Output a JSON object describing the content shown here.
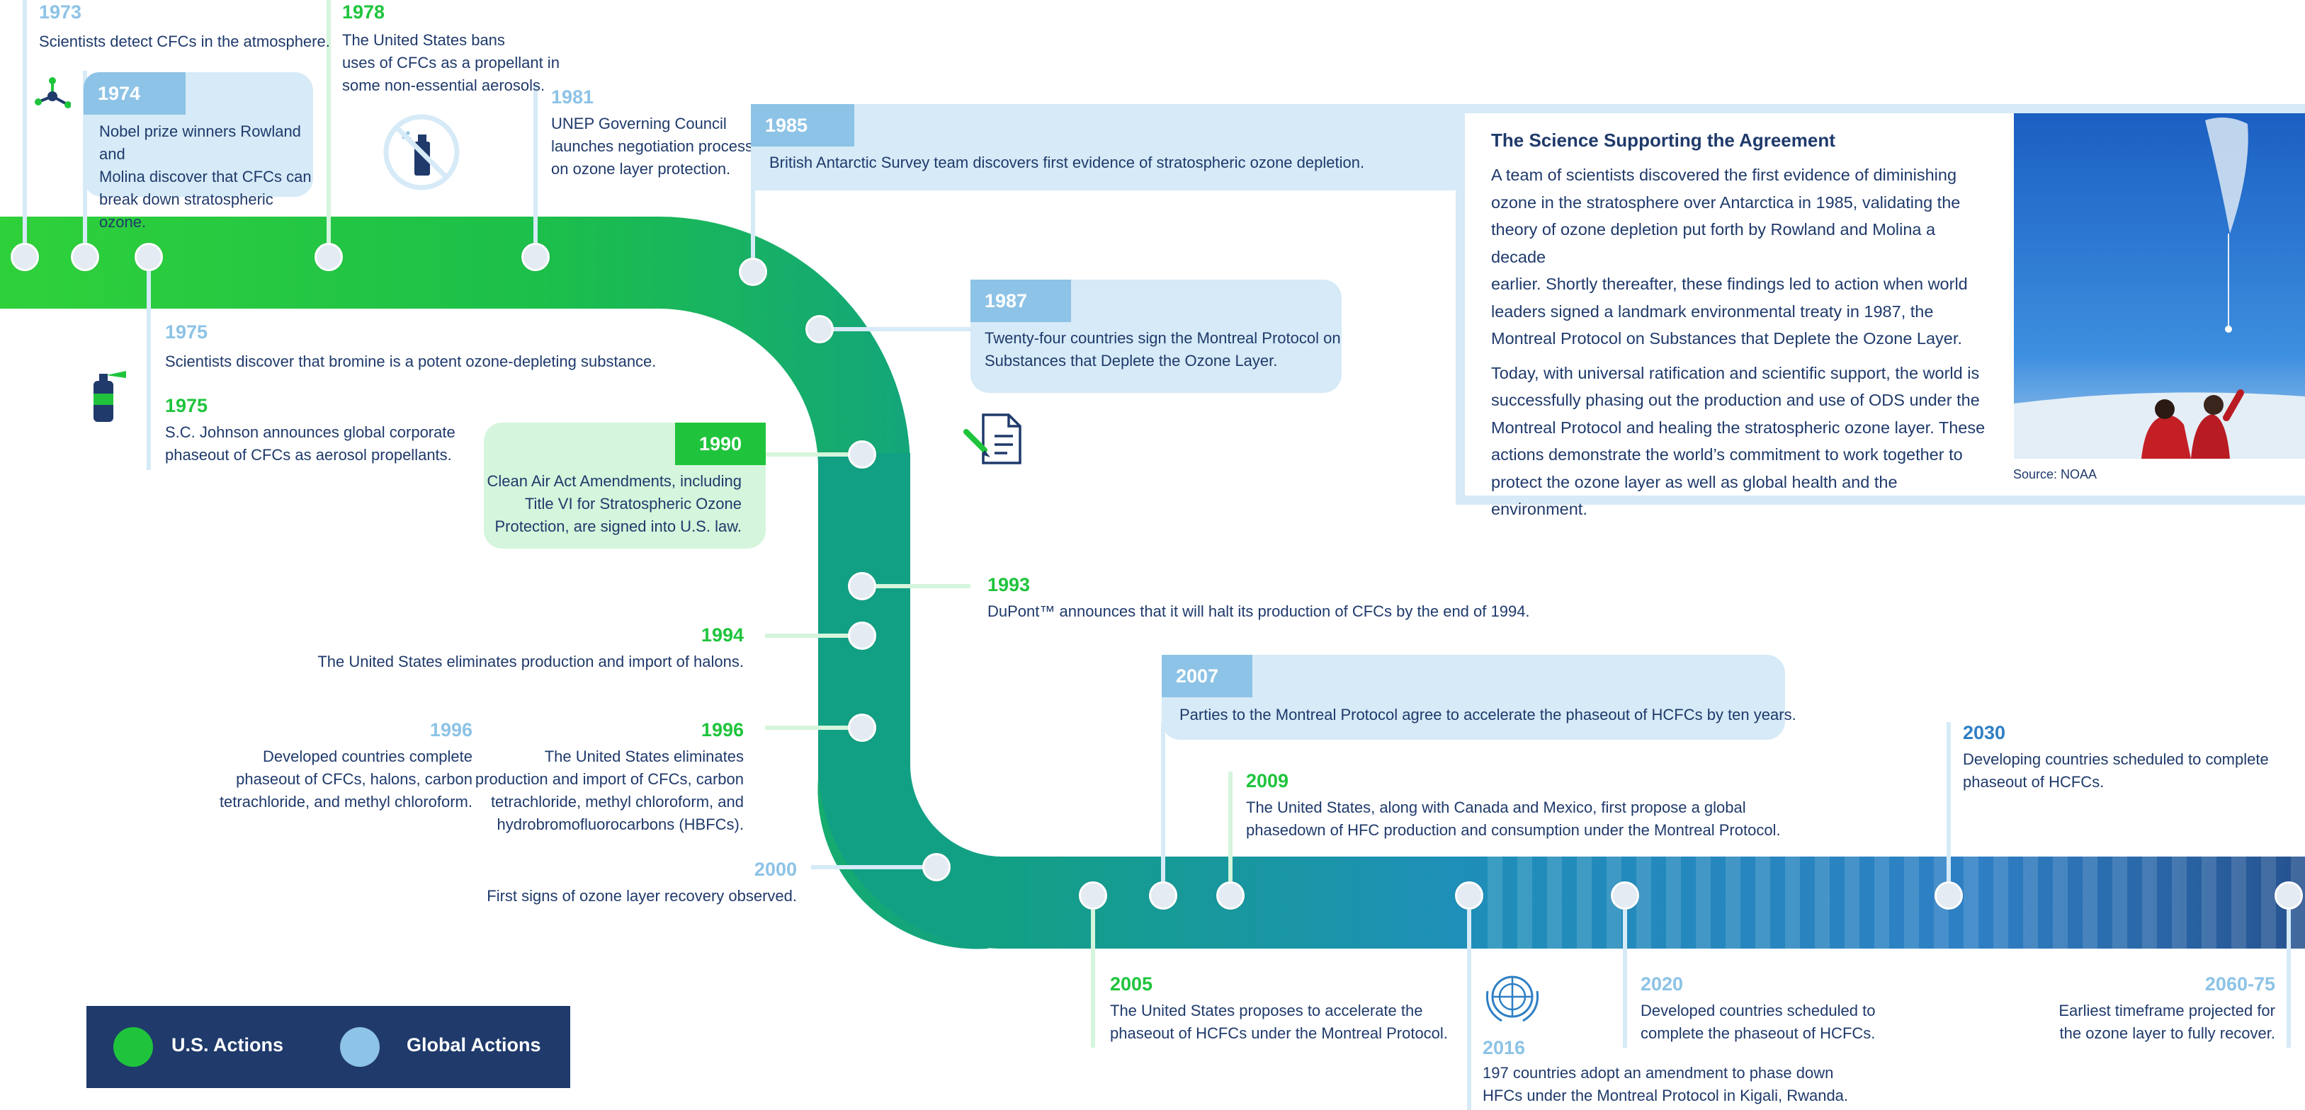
{
  "events": [
    {
      "id": "1973",
      "year": "1973",
      "type": "global",
      "text": [
        "Scientists detect CFCs in the atmosphere."
      ]
    },
    {
      "id": "1974",
      "year": "1974",
      "type": "global",
      "text": [
        "Nobel prize winners Rowland and",
        "Molina discover that CFCs can",
        "break down stratospheric ozone."
      ]
    },
    {
      "id": "1978",
      "year": "1978",
      "type": "us",
      "text": [
        "The United States bans",
        "uses of CFCs as a propellant in",
        "some non-essential aerosols."
      ]
    },
    {
      "id": "1981",
      "year": "1981",
      "type": "global",
      "text": [
        "UNEP Governing Council",
        "launches negotiation process",
        "on ozone layer protection."
      ]
    },
    {
      "id": "1985",
      "year": "1985",
      "type": "global",
      "text": [
        "British Antarctic Survey team discovers first evidence of stratospheric ozone depletion."
      ]
    },
    {
      "id": "1975a",
      "year": "1975",
      "type": "global",
      "text": [
        "Scientists discover that bromine is a potent ozone-depleting substance."
      ]
    },
    {
      "id": "1975b",
      "year": "1975",
      "type": "us",
      "text": [
        "S.C. Johnson announces global corporate",
        "phaseout of CFCs as aerosol propellants."
      ]
    },
    {
      "id": "1987",
      "year": "1987",
      "type": "global",
      "text": [
        "Twenty-four countries sign the Montreal Protocol on",
        "Substances that Deplete the Ozone Layer."
      ]
    },
    {
      "id": "1990",
      "year": "1990",
      "type": "us",
      "text": [
        "Clean Air Act Amendments, including",
        "Title VI for Stratospheric Ozone",
        "Protection, are signed into U.S. law."
      ]
    },
    {
      "id": "1993",
      "year": "1993",
      "type": "us",
      "text": [
        "DuPont™ announces that it will halt its production of CFCs by the end of 1994."
      ]
    },
    {
      "id": "1994",
      "year": "1994",
      "type": "us",
      "text": [
        "The United States eliminates production and import of halons."
      ]
    },
    {
      "id": "1996a",
      "year": "1996",
      "type": "global",
      "text": [
        "Developed countries complete",
        "phaseout of CFCs, halons, carbon",
        "tetrachloride, and methyl chloroform."
      ]
    },
    {
      "id": "1996b",
      "year": "1996",
      "type": "us",
      "text": [
        "The United States eliminates",
        "production and import of CFCs, carbon",
        "tetrachloride, methyl chloroform, and",
        "hydrobromofluorocarbons (HBFCs)."
      ]
    },
    {
      "id": "2000",
      "year": "2000",
      "type": "global",
      "text": [
        "First signs of ozone layer recovery observed."
      ]
    },
    {
      "id": "2007",
      "year": "2007",
      "type": "global",
      "text": [
        "Parties to the Montreal Protocol agree to accelerate the phaseout of HCFCs by ten years."
      ]
    },
    {
      "id": "2009",
      "year": "2009",
      "type": "us",
      "text": [
        "The United States, along with Canada and Mexico, first propose a global",
        "phasedown of HFC production and consumption under the Montreal Protocol."
      ]
    },
    {
      "id": "2030",
      "year": "2030",
      "type": "global",
      "text": [
        "Developing countries scheduled to complete",
        "phaseout of HCFCs."
      ]
    },
    {
      "id": "2005",
      "year": "2005",
      "type": "us",
      "text": [
        "The United States proposes to accelerate the",
        "phaseout of HCFCs under the Montreal Protocol."
      ]
    },
    {
      "id": "2016",
      "year": "2016",
      "type": "global",
      "text": [
        "197 countries adopt an amendment to phase down",
        "HFCs under the Montreal Protocol in Kigali, Rwanda."
      ]
    },
    {
      "id": "2020",
      "year": "2020",
      "type": "global",
      "text": [
        "Developed countries scheduled to",
        "complete the phaseout of HCFCs."
      ]
    },
    {
      "id": "2060",
      "year": "2060-75",
      "type": "global",
      "text": [
        "Earliest timeframe projected for",
        "the ozone layer to fully recover."
      ]
    }
  ],
  "science": {
    "title": "The Science Supporting the Agreement",
    "para1": [
      "A team of scientists discovered the first evidence of diminishing",
      "ozone in the stratosphere over Antarctica in 1985, validating the",
      "theory of ozone depletion put forth by Rowland and Molina a decade",
      "earlier. Shortly thereafter, these findings led to action when world",
      "leaders signed a landmark environmental treaty in 1987, the",
      "Montreal Protocol on Substances that Deplete the Ozone Layer."
    ],
    "para2": [
      "Today, with universal ratification and scientific support, the world is",
      "successfully phasing out the production and use of ODS under the",
      "Montreal Protocol and healing the stratospheric ozone layer. These",
      "actions demonstrate the world’s commitment to work together to",
      "protect the ozone layer as well as global health and the environment."
    ],
    "photo_caption": "Source: NOAA"
  },
  "legend": {
    "us": "U.S. Actions",
    "global": "Global Actions"
  },
  "colors": {
    "us_green": "#1fc43c",
    "global_blue": "#8dc3e6",
    "navy": "#1f3a6b",
    "teal": "#12a084",
    "band_blue": "#2e7fc4"
  },
  "icons": [
    "molecule-icon",
    "no-aerosol-icon",
    "fire-extinguisher-icon",
    "document-signing-icon",
    "united-nations-icon"
  ]
}
